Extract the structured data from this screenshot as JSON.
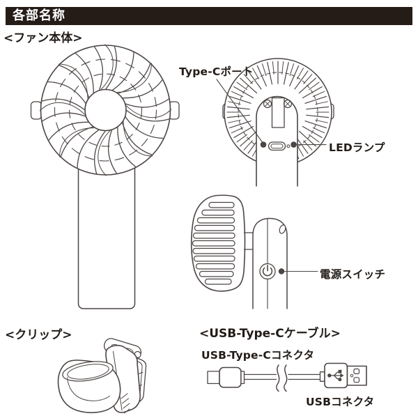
{
  "header": {
    "title": "各部名称"
  },
  "sections": {
    "fan_body": {
      "label": "<ファン本体>"
    },
    "clip": {
      "label": "<クリップ>"
    },
    "usb_cable": {
      "label": "<USB-Type-Cケーブル>"
    }
  },
  "callouts": {
    "type_c_port": "Type-Cポート",
    "led_lamp": "LEDランプ",
    "power_switch": "電源スイッチ",
    "usb_type_c_connector": "USB-Type-Cコネクタ",
    "usb_connector": "USBコネクタ"
  },
  "icons": {
    "power_icon": "⏻",
    "usb_trident_icon": "⑂",
    "screw_icon": "⊗"
  },
  "colors": {
    "banner_bg": "#251c18",
    "banner_text": "#ffffff",
    "line_art": "#4b4543",
    "text": "#221b17",
    "background": "#ffffff"
  }
}
